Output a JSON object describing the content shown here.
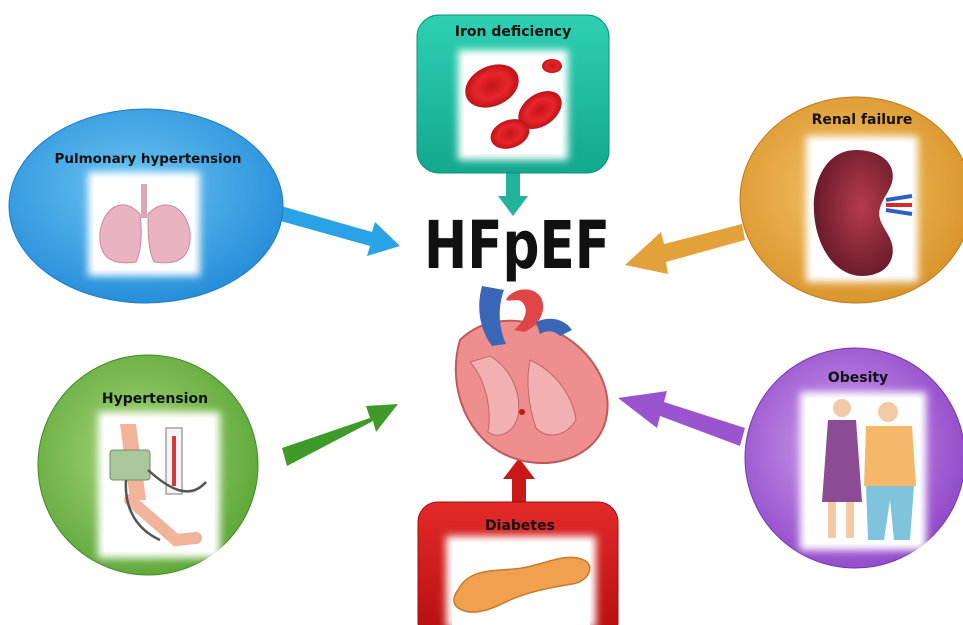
{
  "diagram": {
    "center_title": "HFpEF",
    "nodes": {
      "iron": {
        "label": "Iron deficiency",
        "color": "#1fb49b",
        "arrow_color": "#22b39a"
      },
      "pulmonary": {
        "label": "Pulmonary hypertension",
        "color": "#2f9ee6",
        "arrow_color": "#2aa2e6"
      },
      "renal": {
        "label": "Renal failure",
        "color": "#e0a036",
        "arrow_color": "#e3a13a"
      },
      "hypertension": {
        "label": "Hypertension",
        "color": "#6fb83f",
        "arrow_color": "#3f9a2a"
      },
      "obesity": {
        "label": "Obesity",
        "color": "#9b4fcf",
        "arrow_color": "#9b54d0"
      },
      "diabetes": {
        "label": "Diabetes",
        "color": "#cc1111",
        "arrow_color": "#c81818"
      }
    },
    "icons": {
      "iron": "red-blood-cells-icon",
      "pulmonary": "lungs-icon",
      "renal": "kidney-icon",
      "hypertension": "blood-pressure-cuff-icon",
      "obesity": "obese-couple-icon",
      "diabetes": "pancreas-icon",
      "center": "heart-icon"
    }
  }
}
